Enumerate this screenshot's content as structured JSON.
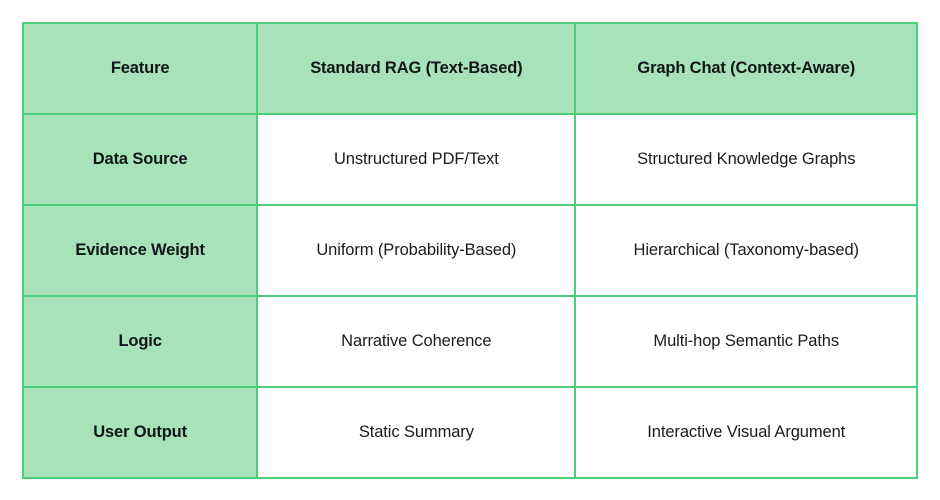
{
  "table": {
    "columns": [
      "Feature",
      "Standard RAG (Text-Based)",
      "Graph Chat (Context-Aware)"
    ],
    "rows": [
      {
        "label": "Data Source",
        "standard_rag": "Unstructured PDF/Text",
        "graph_chat": "Structured Knowledge Graphs"
      },
      {
        "label": "Evidence Weight",
        "standard_rag": "Uniform (Probability-Based)",
        "graph_chat": "Hierarchical (Taxonomy-based)"
      },
      {
        "label": "Logic",
        "standard_rag": "Narrative Coherence",
        "graph_chat": "Multi-hop Semantic Paths"
      },
      {
        "label": "User Output",
        "standard_rag": "Static Summary",
        "graph_chat": "Interactive Visual Argument"
      }
    ]
  },
  "colors": {
    "header_fill": "#a8e2b8",
    "label_fill": "#a8e2b8",
    "border": "#4ecd7b",
    "body_fill": "#ffffff",
    "header_text": "#10151a",
    "body_text": "#1b1b1f"
  }
}
